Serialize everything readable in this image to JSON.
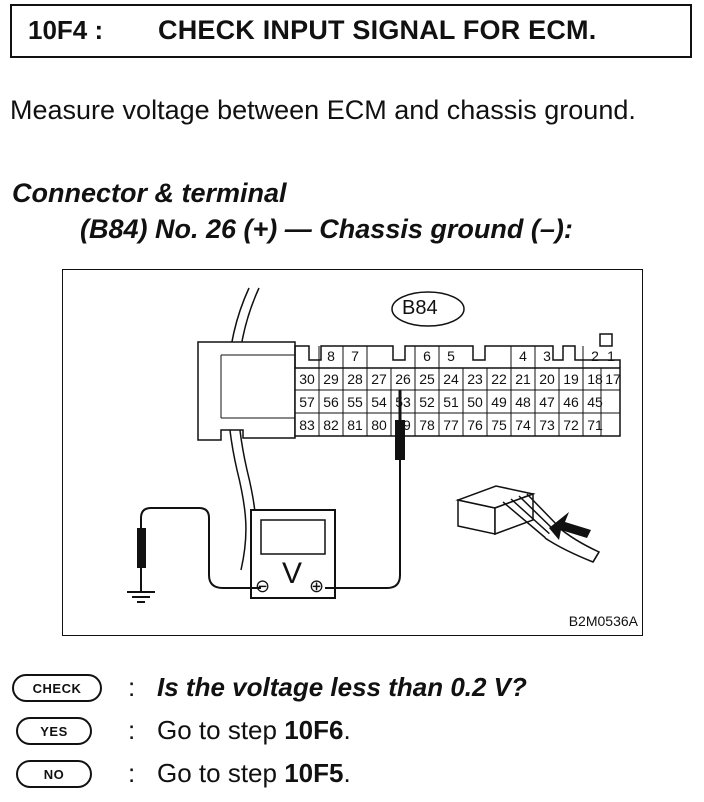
{
  "header": {
    "step_code": "10F4 :",
    "title": "CHECK INPUT SIGNAL FOR ECM."
  },
  "instruction": "Measure voltage between ECM and chassis ground.",
  "connector": {
    "heading": "Connector & terminal",
    "detail": "(B84) No. 26 (+) — Chassis ground (–):"
  },
  "figure": {
    "connector_label": "B84",
    "figure_code": "B2M0536A",
    "meter_symbol": "V",
    "minus_symbol": "⊖",
    "plus_symbol": "⊕",
    "terminals_row1": [
      "8",
      "7",
      "6",
      "5",
      "4",
      "3",
      "2",
      "1"
    ],
    "terminals_row2": [
      "30",
      "29",
      "28",
      "27",
      "26",
      "25",
      "24",
      "23",
      "22",
      "21",
      "20",
      "19",
      "18",
      "17"
    ],
    "terminals_row3": [
      "57",
      "56",
      "55",
      "54",
      "53",
      "52",
      "51",
      "50",
      "49",
      "48",
      "47",
      "46",
      "45"
    ],
    "terminals_row4": [
      "83",
      "82",
      "81",
      "80",
      "79",
      "78",
      "77",
      "76",
      "75",
      "74",
      "73",
      "72",
      "71"
    ]
  },
  "check": {
    "badge": "CHECK",
    "colon": ":",
    "question": "Is the voltage less than 0.2 V?"
  },
  "yes": {
    "badge": "YES",
    "colon": ":",
    "prefix": "Go to step ",
    "step": "10F6",
    "suffix": "."
  },
  "no": {
    "badge": "NO",
    "colon": ":",
    "prefix": "Go to step ",
    "step": "10F5",
    "suffix": "."
  }
}
